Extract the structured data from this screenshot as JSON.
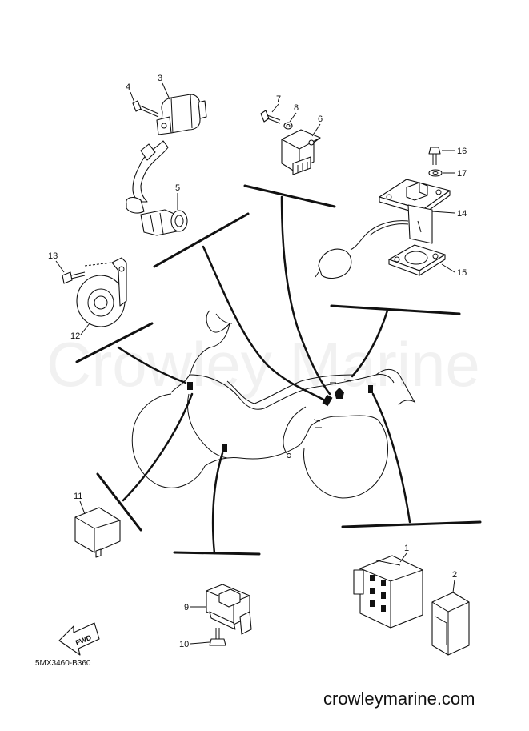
{
  "watermark": "Crowley Marine",
  "website": "crowleymarine.com",
  "part_code": "5MX3460-B360",
  "fwd_label": "FWD",
  "callouts": {
    "c1": "1",
    "c2": "2",
    "c3": "3",
    "c4": "4",
    "c5": "5",
    "c6": "6",
    "c7": "7",
    "c8": "8",
    "c9": "9",
    "c10": "10",
    "c11": "11",
    "c12": "12",
    "c13": "13",
    "c14": "14",
    "c15": "15",
    "c16": "16",
    "c17": "17"
  }
}
